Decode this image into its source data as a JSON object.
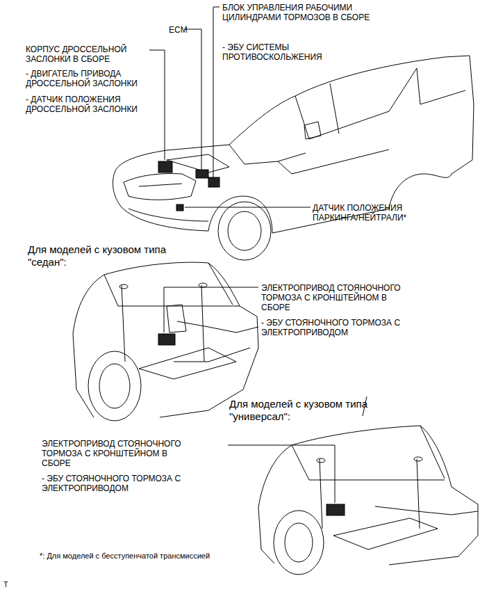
{
  "diagram": {
    "labels": [
      "КОРПУС ДРОССЕЛЬНОЙ ЗАСЛОНКИ В СБОРЕ",
      "- ДВИГАТЕЛЬ ПРИВОДА ДРОССЕЛЬНОЙ ЗАСЛОНКИ",
      "- ДАТЧИК ПОЛОЖЕНИЯ ДРОССЕЛЬНОЙ ЗАСЛОНКИ",
      "ECM",
      "БЛОК УПРАВЛЕНИЯ РАБОЧИМИ ЦИЛИНДРАМИ ТОРМОЗОВ В СБОРЕ",
      "- ЭБУ СИСТЕМЫ ПРОТИВОСКОЛЬЖЕНИЯ",
      "ДАТЧИК ПОЛОЖЕНИЯ ПАРКИНГА/НЕЙТРАЛИ*",
      "Для моделей с кузовом типа \"седан\":",
      "ЭЛЕКТРОПРИВОД СТОЯНОЧНОГО ТОРМОЗА С КРОНШТЕЙНОМ В СБОРЕ",
      "- ЭБУ СТОЯНОЧНОГО ТОРМОЗА С ЭЛЕКТРОПРИВОДОМ",
      "Для моделей с кузовом типа \"универсал\":",
      "ЭЛЕКТРОПРИВОД СТОЯНОЧНОГО ТОРМОЗА С КРОНШТЕЙНОМ В СБОРЕ",
      "- ЭБУ СТОЯНОЧНОГО ТОРМОЗА С ЭЛЕКТРОПРИВОДОМ",
      "*: Для моделей с бесступенчатой трансмиссией",
      "T"
    ]
  }
}
